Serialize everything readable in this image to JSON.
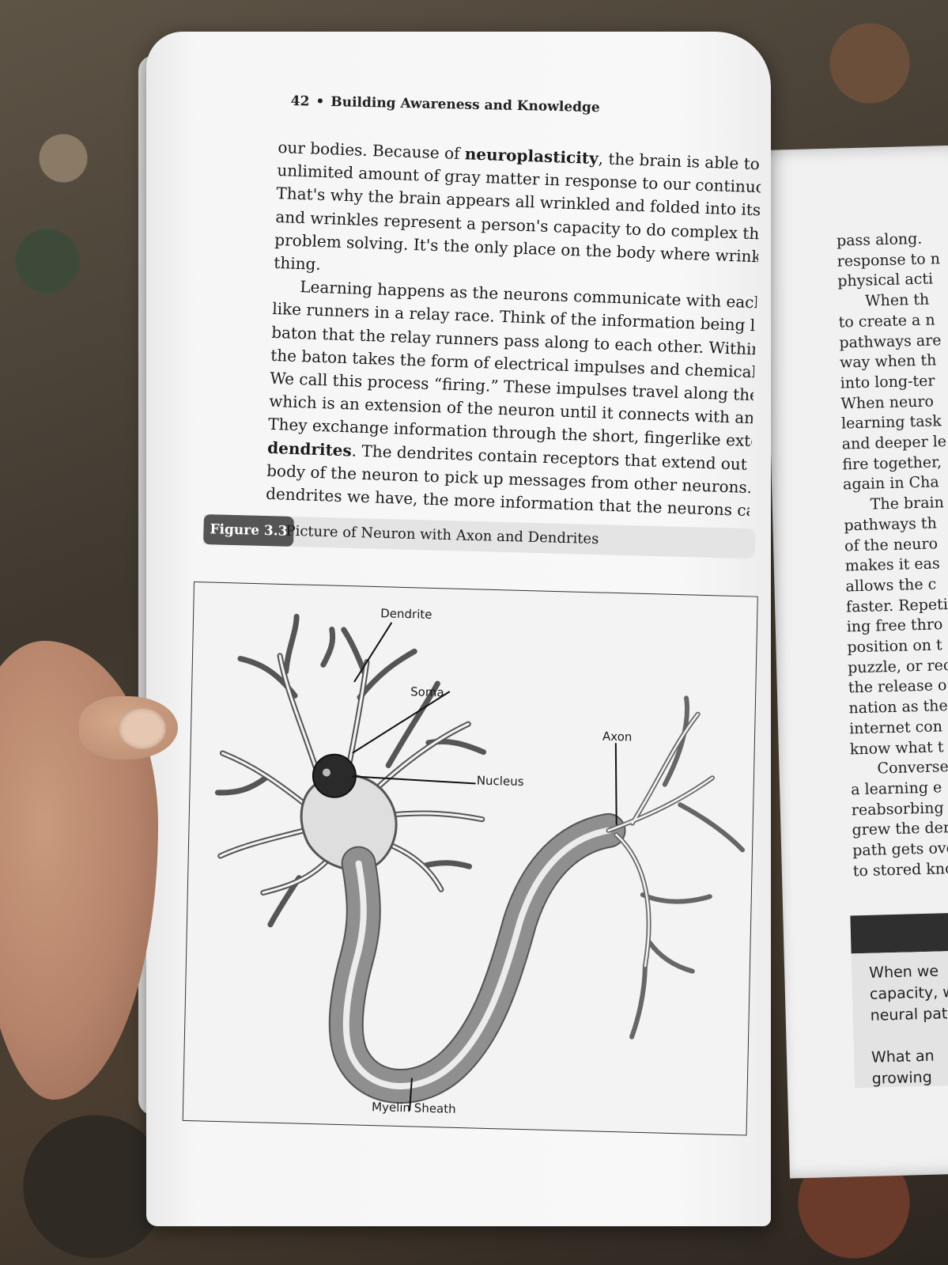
{
  "header": {
    "page_number": "42",
    "bullet": "•",
    "running_title": "Building Awareness and Knowledge"
  },
  "body": {
    "lines": [
      {
        "pre": "our bodies. Because of ",
        "bold": "neuroplasticity",
        "post": ", the brain is able to grow an"
      },
      {
        "pre": "unlimited amount of gray matter in response to our continuous learning.",
        "bold": "",
        "post": ""
      },
      {
        "pre": "That's why the brain appears all wrinkled and folded into itself. Those folds",
        "bold": "",
        "post": ""
      },
      {
        "pre": "and wrinkles represent a person's capacity to do complex thinking and",
        "bold": "",
        "post": ""
      },
      {
        "pre": "problem solving. It's the only place on the body where wrinkles are a good",
        "bold": "",
        "post": ""
      },
      {
        "pre": "thing.",
        "bold": "",
        "post": ""
      },
      {
        "pre": "Learning happens as the neurons communicate with each other much",
        "bold": "",
        "post": "",
        "indent": true
      },
      {
        "pre": "like runners in a relay race. Think of the information being learned as the",
        "bold": "",
        "post": ""
      },
      {
        "pre": "baton that the relay runners pass along to each other. Within the neuron,",
        "bold": "",
        "post": ""
      },
      {
        "pre": "the baton takes the form of electrical impulses and chemical interactions.",
        "bold": "",
        "post": ""
      },
      {
        "pre": "We call this process “firing.” These impulses travel along the long axon,",
        "bold": "",
        "post": ""
      },
      {
        "pre": "which is an extension of the neuron until it connects with another neuron.",
        "bold": "",
        "post": ""
      },
      {
        "pre": "They exchange information through the short, fingerlike extensions called",
        "bold": "",
        "post": ""
      },
      {
        "pre": "",
        "bold": "dendrites",
        "post": ". The dendrites contain receptors that extend out beyond the"
      },
      {
        "pre": "body of the neuron to pick up messages from other neurons. The more",
        "bold": "",
        "post": ""
      },
      {
        "pre": "dendrites we have, the more information that the neurons can pick up and",
        "bold": "",
        "post": ""
      }
    ]
  },
  "figure": {
    "label": "Figure 3.3",
    "title": "Picture of Neuron with Axon and Dendrites",
    "labels": {
      "dendrite": "Dendrite",
      "soma": "Soma",
      "nucleus": "Nucleus",
      "axon": "Axon",
      "myelin": "Myelin Sheath"
    }
  },
  "right_page": {
    "lines": [
      {
        "t": "pass along."
      },
      {
        "t": "response to n"
      },
      {
        "t": "physical acti"
      },
      {
        "t": "When th",
        "indent": true
      },
      {
        "t": "to create a n"
      },
      {
        "t": "pathways are"
      },
      {
        "t": "way when th"
      },
      {
        "t": "into long-ter"
      },
      {
        "t": "When neuro"
      },
      {
        "t": "learning task"
      },
      {
        "t": "and deeper le"
      },
      {
        "t": "fire together,"
      },
      {
        "t": "again in Cha"
      },
      {
        "t": "The brain",
        "indent": true
      },
      {
        "t": "pathways th"
      },
      {
        "t": "of the neuro"
      },
      {
        "t": "makes it eas"
      },
      {
        "t": "allows the c"
      },
      {
        "t": "faster. Repeti"
      },
      {
        "t": "ing free thro"
      },
      {
        "t": "position on t"
      },
      {
        "t": "puzzle, or rec"
      },
      {
        "t": "the release o"
      },
      {
        "t": "nation as the"
      },
      {
        "t": "internet con"
      },
      {
        "t": "know what t"
      },
      {
        "t": "Converse",
        "indent": true
      },
      {
        "t": "a learning e"
      },
      {
        "t": "reabsorbing"
      },
      {
        "t": "grew the der"
      },
      {
        "t": "path gets ove"
      },
      {
        "t": "to stored kno"
      }
    ],
    "box_lines": [
      "When we",
      "capacity, w",
      "neural path"
    ],
    "box_lines_2": [
      "What an",
      "growing"
    ]
  },
  "colors": {
    "page": "#f7f7f7",
    "ink": "#1c1c1c",
    "figure_label_bg": "#555555",
    "caption_bar": "#e4e4e4"
  }
}
